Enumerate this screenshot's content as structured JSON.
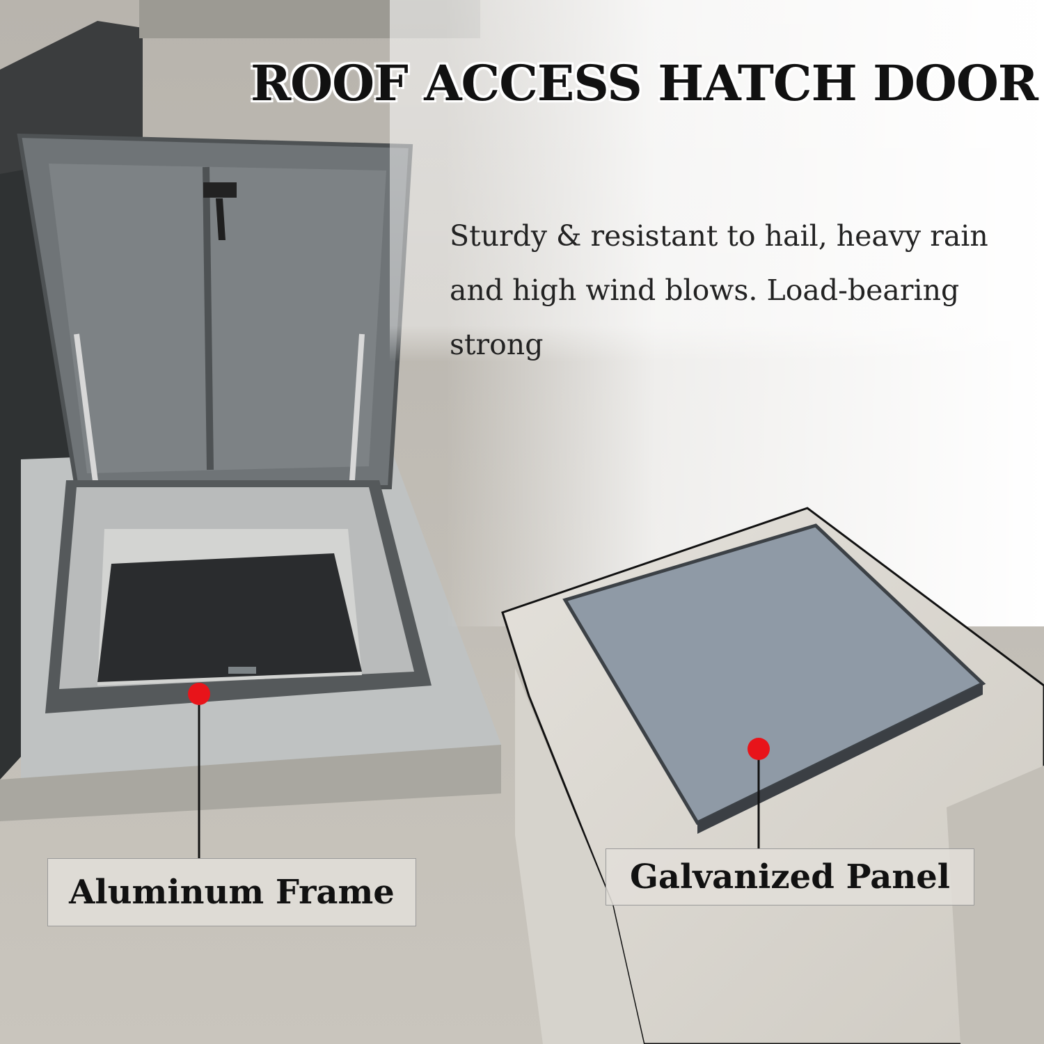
{
  "title": "ROOF ACCESS HATCH DOOR",
  "description": "Sturdy & resistant to hail, heavy rain and high wind blows. Load-bearing strong",
  "callouts": {
    "left": "Aluminum Frame",
    "right": "Galvanized Panel"
  },
  "colors": {
    "marker": "#e8141a",
    "frame": "#5d6164",
    "panel": "#8f9aa6"
  }
}
